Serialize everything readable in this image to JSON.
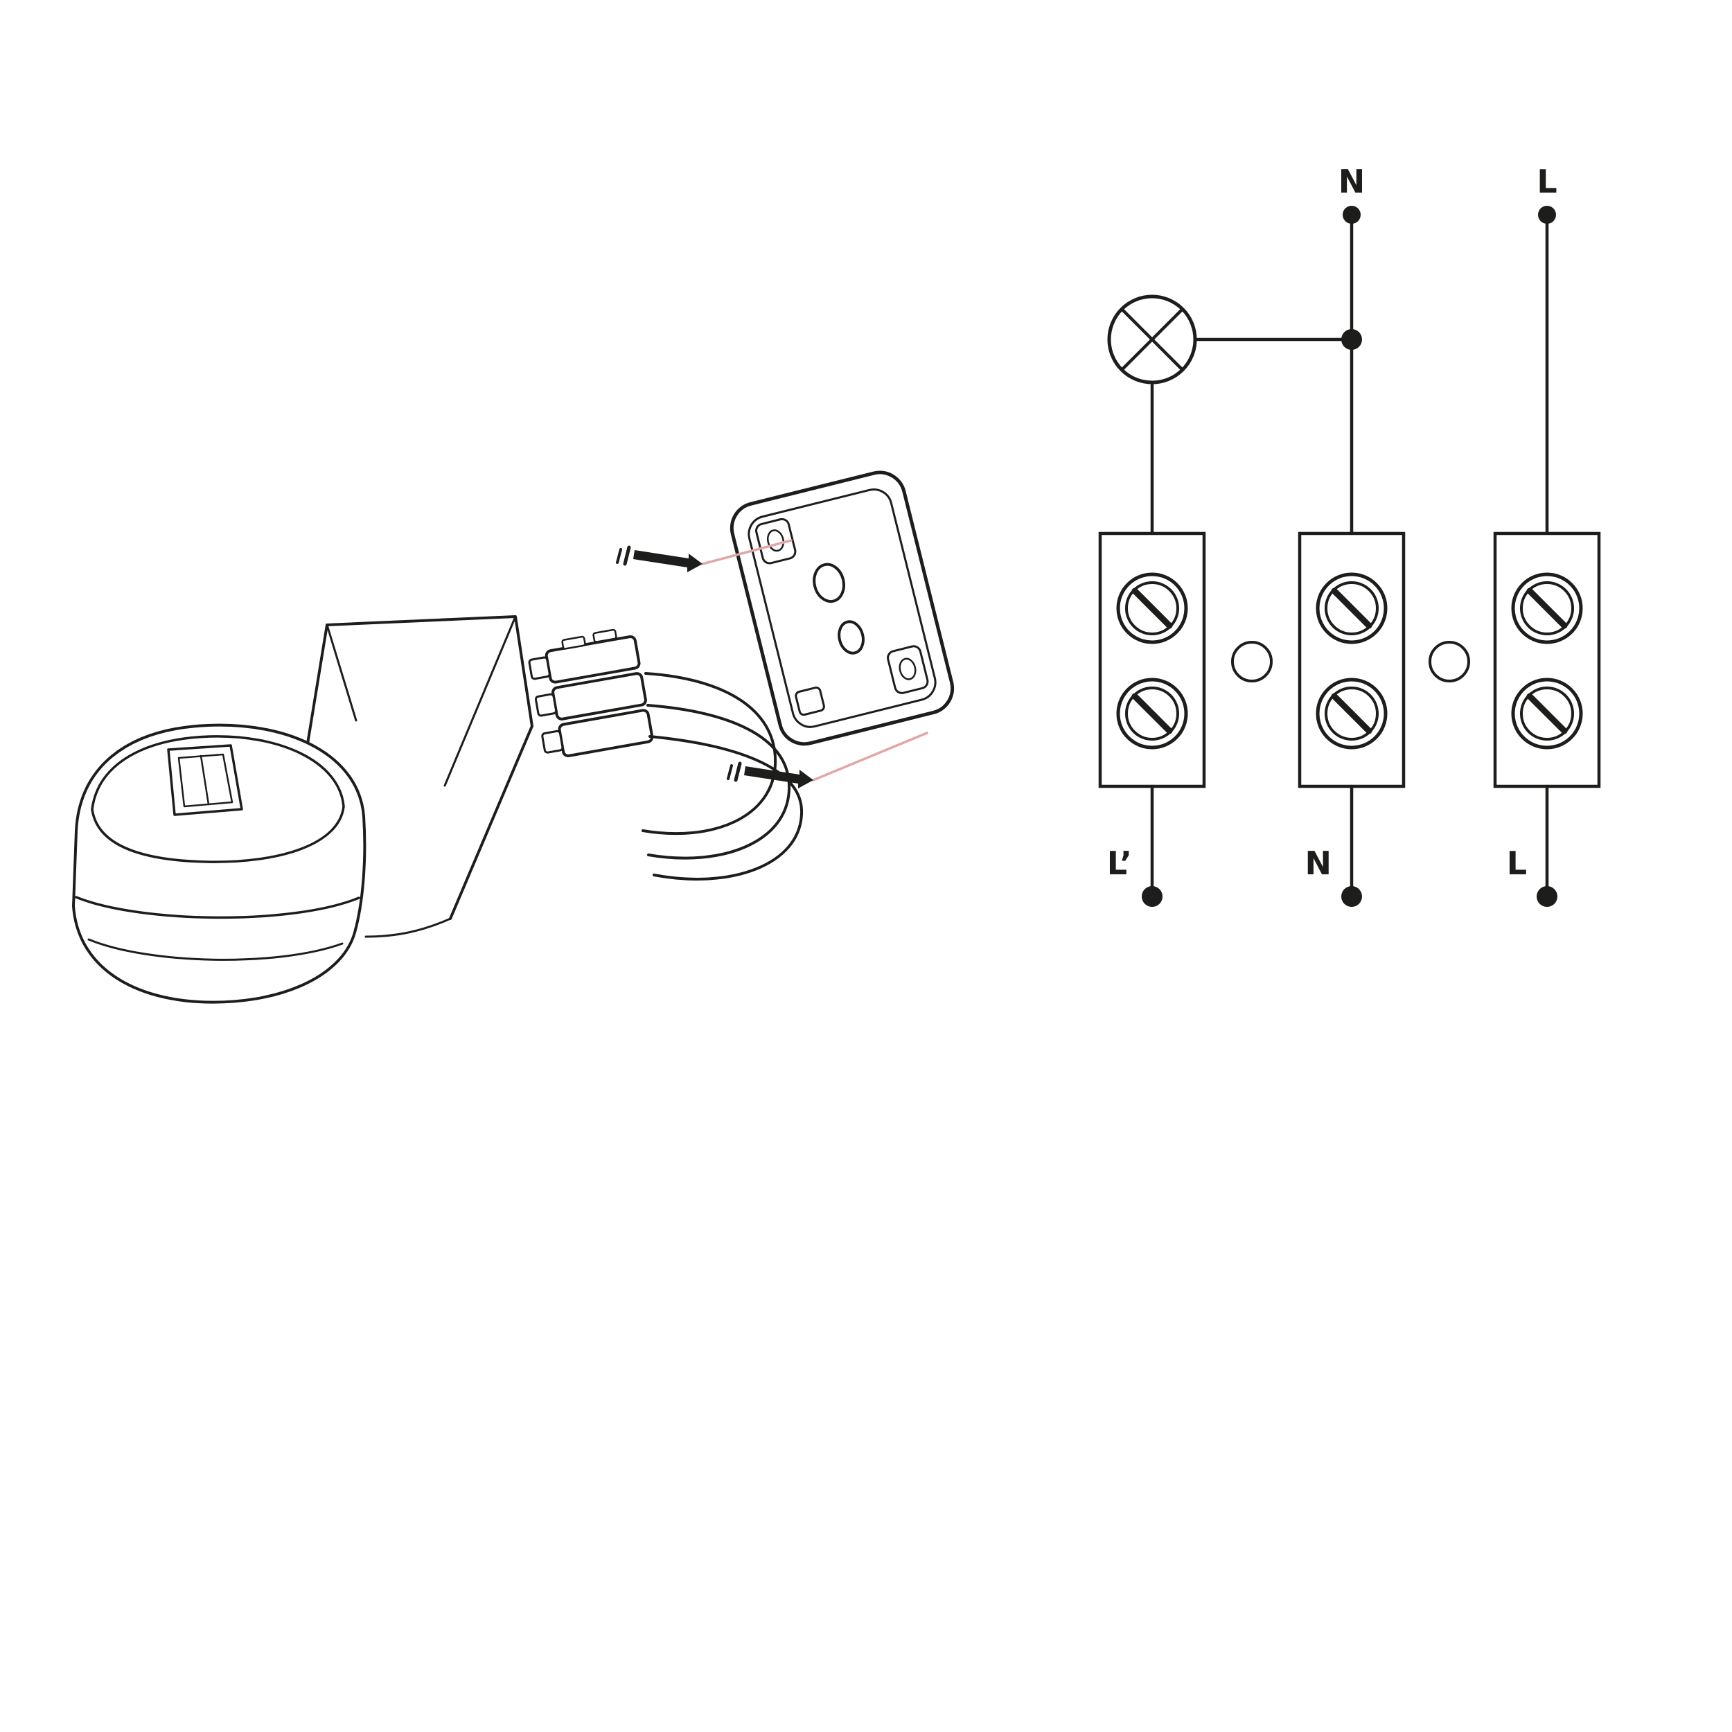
{
  "page": {
    "background": "#ffffff",
    "ink_color": "#1d1d1b",
    "leader_line_color": "#e2a6a6"
  },
  "illustration": {
    "parts": [
      {
        "name": "sensor-head"
      },
      {
        "name": "mounting-bracket"
      },
      {
        "name": "terminal-connector"
      },
      {
        "name": "connection-wires"
      },
      {
        "name": "back-plate"
      },
      {
        "name": "mounting-screws"
      }
    ]
  },
  "schematic": {
    "lamp_symbol": "crossed-circle-lamp",
    "terminal_block": {
      "columns": 3,
      "screws_per_column": 2
    },
    "top_terminals": [
      {
        "label": "N"
      },
      {
        "label": "L"
      }
    ],
    "bottom_terminals": [
      {
        "label": "L’"
      },
      {
        "label": "N"
      },
      {
        "label": "L"
      }
    ]
  }
}
